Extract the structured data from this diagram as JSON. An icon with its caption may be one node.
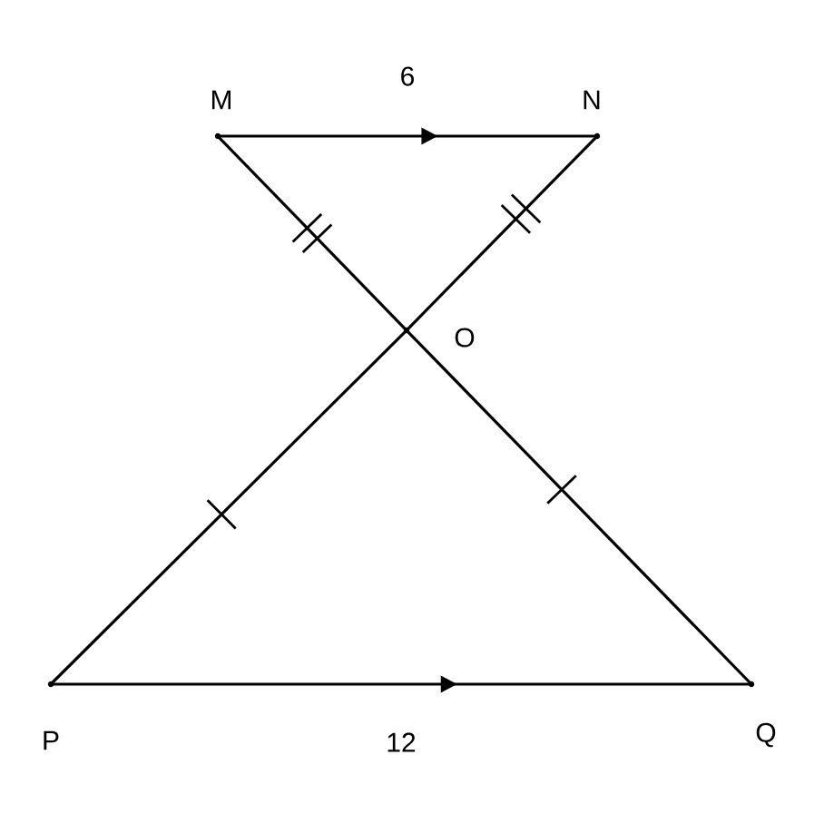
{
  "diagram": {
    "nodes": [
      {
        "text": [],
        "shape": "point",
        "beside": [
          "M"
        ]
      },
      {
        "text": [],
        "shape": "point",
        "beside": [
          "N"
        ]
      },
      {
        "text": [],
        "shape": "point",
        "beside": [
          "O"
        ]
      },
      {
        "text": [],
        "shape": "point",
        "beside": [
          "P"
        ]
      },
      {
        "text": [],
        "shape": "point",
        "beside": [
          "Q"
        ]
      }
    ],
    "edges": [
      {
        "from": 0,
        "to": 1,
        "arrow": "to",
        "label": "6"
      },
      {
        "from": 0,
        "to": 2,
        "arrow": "none"
      },
      {
        "from": 1,
        "to": 2,
        "arrow": "none"
      },
      {
        "from": 2,
        "to": 3,
        "arrow": "none"
      },
      {
        "from": 2,
        "to": 4,
        "arrow": "none"
      },
      {
        "from": 3,
        "to": 4,
        "arrow": "to",
        "label": "12"
      }
    ]
  }
}
